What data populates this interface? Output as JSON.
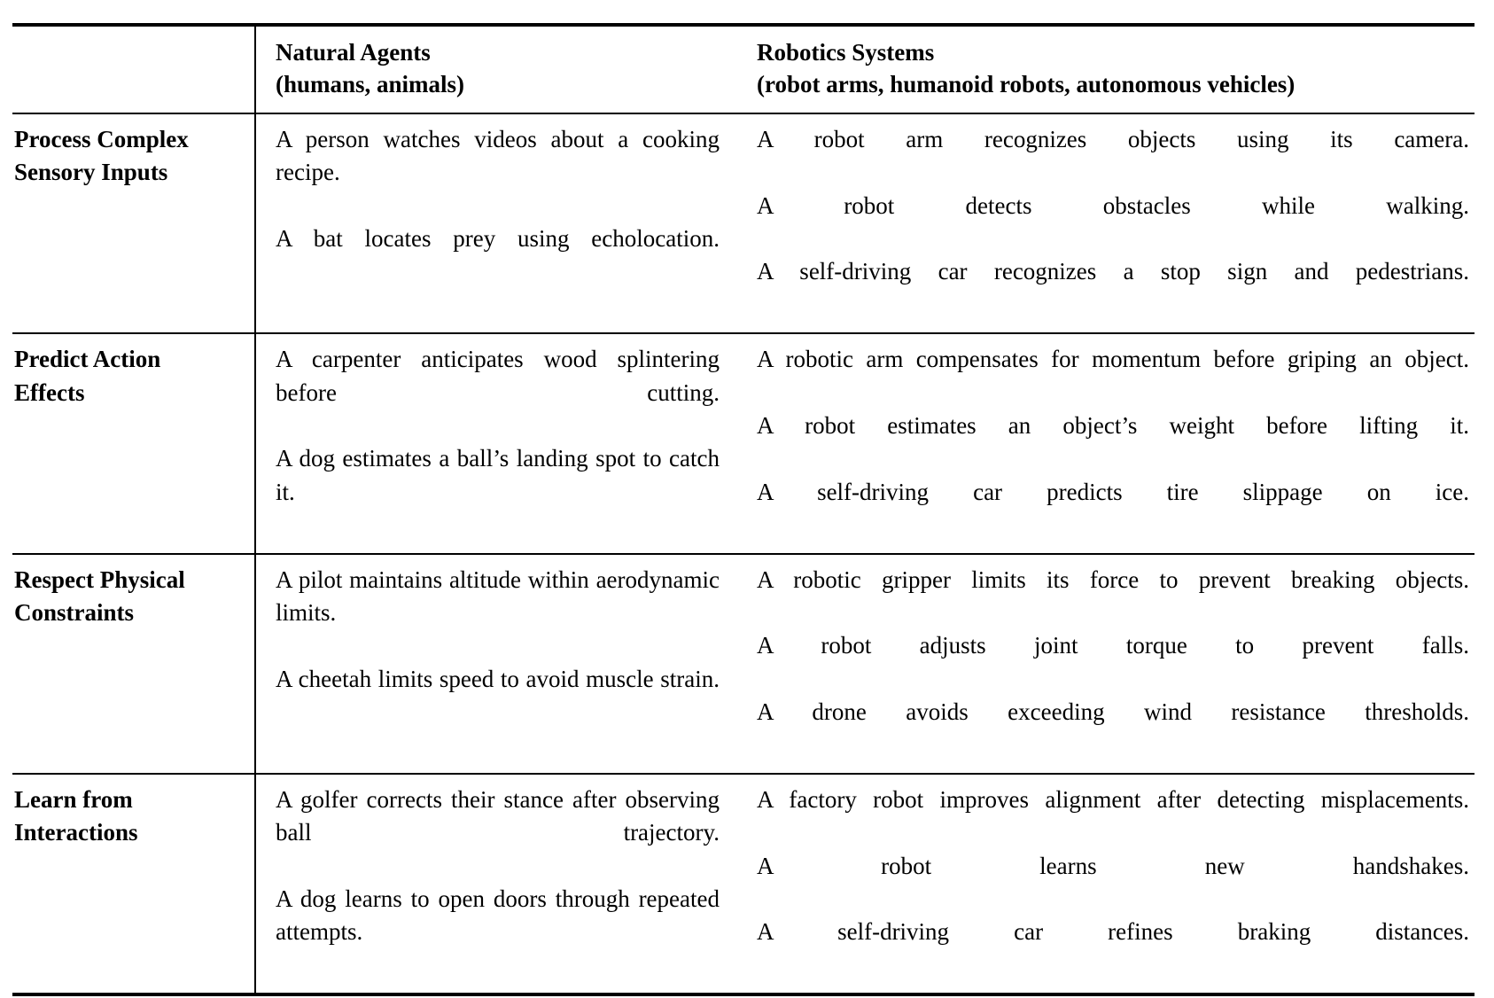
{
  "table": {
    "columns": [
      {
        "id": "capability",
        "title_line1": "",
        "title_line2": ""
      },
      {
        "id": "natural_agents",
        "title_line1": "Natural Agents",
        "title_line2": "(humans, animals)"
      },
      {
        "id": "robotics_systems",
        "title_line1": "Robotics Systems",
        "title_line2": "(robot arms, humanoid robots, autonomous vehicles)"
      }
    ],
    "rows": [
      {
        "capability_line1": "Process Complex",
        "capability_line2": "Sensory Inputs",
        "natural_agents": [
          "A person watches videos about a cook­ing recipe.",
          "A bat locates prey using echolocation."
        ],
        "robotics_systems": [
          "A robot arm recognizes objects using its camera.",
          "A robot detects obstacles while walking.",
          "A self-driving car recognizes a stop sign and pedestrians."
        ]
      },
      {
        "capability_line1": "Predict Action",
        "capability_line2": "Effects",
        "natural_agents": [
          "A carpenter anticipates wood splinter­ing before cutting.",
          "A dog estimates a ball’s landing spot to catch it."
        ],
        "robotics_systems": [
          "A robotic arm compensates for momentum before grip­ing an object.",
          "A robot estimates an object’s weight before lifting it.",
          "A self-driving car predicts tire slippage on ice."
        ]
      },
      {
        "capability_line1": "Respect Physical",
        "capability_line2": "Constraints",
        "natural_agents": [
          "A pilot maintains altitude within aero­dynamic limits.",
          "A cheetah limits speed to avoid muscle strain."
        ],
        "robotics_systems": [
          "A robotic gripper limits its force to prevent breaking objects.",
          "A robot adjusts joint torque to prevent falls.",
          "A drone avoids exceeding wind resistance thresholds."
        ]
      },
      {
        "capability_line1": "Learn from",
        "capability_line2": "Interactions",
        "natural_agents": [
          "A golfer corrects their stance after ob­serving ball trajectory.",
          "A dog learns to open doors through re­peated attempts."
        ],
        "robotics_systems": [
          "A factory robot improves alignment after detecting mis­placements.",
          "A robot learns new handshakes.",
          "A self-driving car refines braking distances."
        ]
      }
    ]
  }
}
